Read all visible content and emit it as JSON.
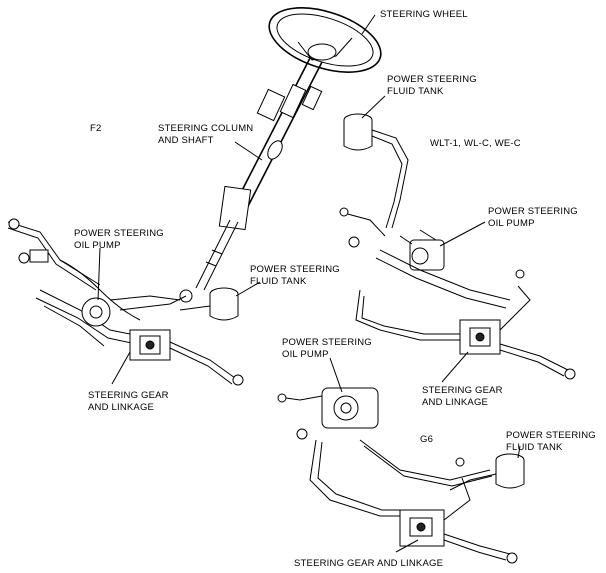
{
  "labels": {
    "steering_wheel": "STEERING WHEEL",
    "f2_tank_line1": "POWER STEERING",
    "f2_tank_line2": "FLUID TANK",
    "f2_variant": "F2",
    "steering_column_line1": "STEERING COLUMN",
    "steering_column_line2": "AND SHAFT",
    "wl_variant": "WLT-1, WL-C, WE-C",
    "f2_pump_line1": "POWER STEERING",
    "f2_pump_line2": "OIL PUMP",
    "wl_pump_line1": "POWER STEERING",
    "wl_pump_line2": "OIL PUMP",
    "f2_tank2_line1": "POWER STEERING",
    "f2_tank2_line2": "FLUID TANK",
    "g6_pump_line1": "POWER STEERING",
    "g6_pump_line2": "OIL PUMP",
    "f2_gear_line1": "STEERING GEAR",
    "f2_gear_line2": "AND LINKAGE",
    "wl_gear_line1": "STEERING GEAR",
    "wl_gear_line2": "AND LINKAGE",
    "g6_variant": "G6",
    "g6_tank_line1": "POWER STEERING",
    "g6_tank_line2": "FLUID TANK",
    "g6_gear": "STEERING GEAR AND LINKAGE"
  }
}
